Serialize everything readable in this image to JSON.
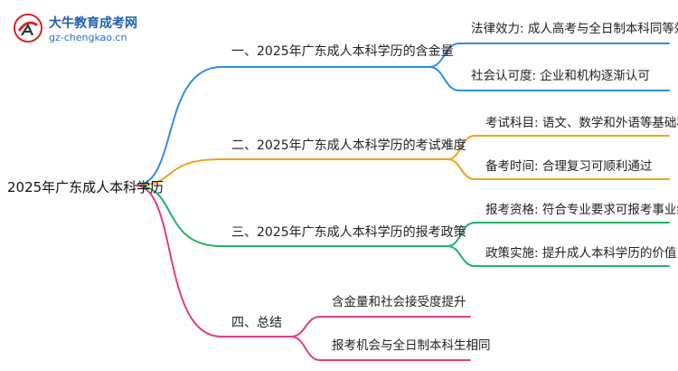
{
  "logo": {
    "title": "大牛教育成考网",
    "url": "gz-chengkao.cn"
  },
  "root": {
    "label": "2025年广东成人本科学历"
  },
  "branches": [
    {
      "label": "一、2025年广东成人本科学历的含金量",
      "color": "#2f8ce8",
      "leaves": [
        "法律效力: 成人高考与全日制本科同等效力",
        "社会认可度: 企业和机构逐渐认可"
      ]
    },
    {
      "label": "二、2025年广东成人本科学历的考试难度",
      "color": "#f0a31a",
      "leaves": [
        "考试科目: 语文、数学和外语等基础科目",
        "备考时间: 合理复习可顺利通过"
      ]
    },
    {
      "label": "三、2025年广东成人本科学历的报考政策",
      "color": "#23b36a",
      "leaves": [
        "报考资格: 符合专业要求可报考事业编制",
        "政策实施: 提升成人本科学历的价值"
      ]
    },
    {
      "label": "四、总结",
      "color": "#e43c83",
      "leaves": [
        "含金量和社会接受度提升",
        "报考机会与全日制本科生相同"
      ]
    }
  ]
}
